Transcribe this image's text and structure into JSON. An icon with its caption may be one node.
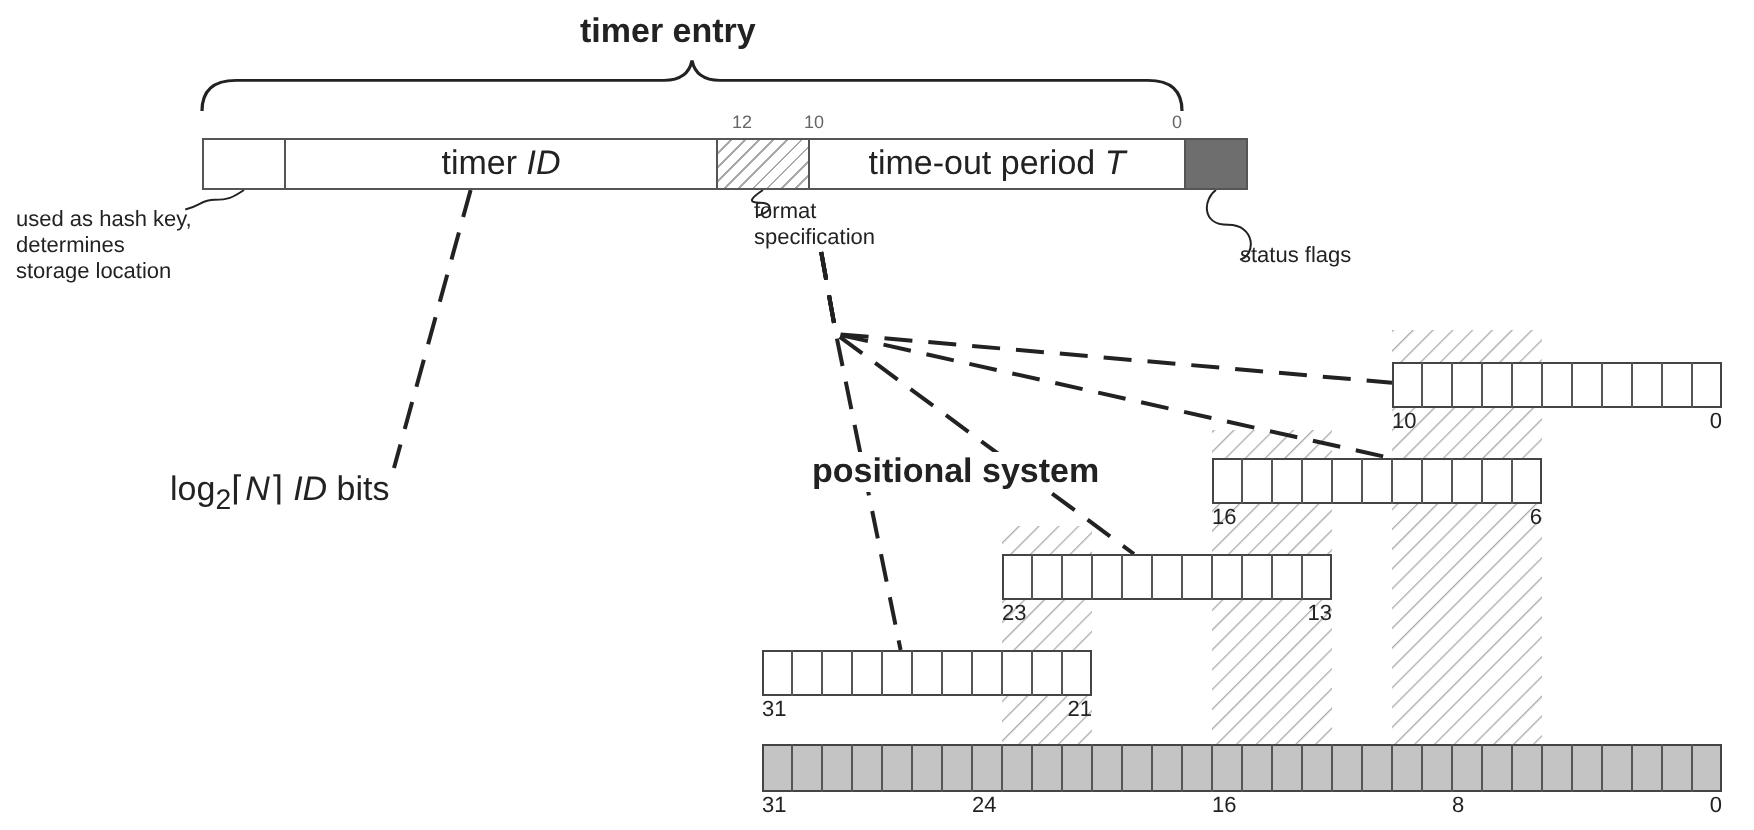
{
  "diagram": {
    "nodes": [
      {
        "text": [],
        "shape": "box"
      },
      {
        "text": [
          "timer *ID*"
        ]
      },
      {
        "text": [],
        "shape": "box"
      },
      {
        "text": [
          "time-out period *T*"
        ]
      },
      {
        "text": [],
        "shape": "box"
      },
      {
        "text": [
          "used as hash key, determines storage location"
        ]
      },
      {
        "text": [
          "format specification"
        ]
      },
      {
        "text": [
          "status flags"
        ]
      },
      {
        "text": [
          "log$_{2}$⌈*N*⌉ *ID* bits"
        ]
      },
      {
        "text": [],
        "shape": "bar",
        "beside": [
          "10",
          "0"
        ]
      },
      {
        "text": [],
        "shape": "bar",
        "beside": [
          "16",
          "6"
        ]
      },
      {
        "text": [],
        "shape": "bar",
        "beside": [
          "23",
          "13"
        ]
      },
      {
        "text": [],
        "shape": "bar",
        "beside": [
          "31",
          "21"
        ]
      },
      {
        "text": [],
        "shape": "bar",
        "beside": [
          "31",
          "24",
          "16",
          "8",
          "0"
        ]
      }
    ],
    "edges": [
      {
        "from": 5,
        "to": 0,
        "arrow": "none"
      },
      {
        "from": 6,
        "to": 2,
        "arrow": "none"
      },
      {
        "from": 7,
        "to": 4,
        "arrow": "none"
      },
      {
        "from": 1,
        "to": 8,
        "arrow": "none",
        "style": "dashed"
      },
      {
        "from": 6,
        "to": 9,
        "arrow": "none",
        "style": "dashed"
      },
      {
        "from": 6,
        "to": 10,
        "arrow": "none",
        "style": "dashed"
      },
      {
        "from": 6,
        "to": 11,
        "arrow": "none",
        "style": "dashed"
      },
      {
        "from": 6,
        "to": 12,
        "arrow": "none",
        "style": "dashed"
      }
    ],
    "labels": [
      "timer entry",
      "12",
      "10",
      "0",
      "positional system"
    ]
  }
}
